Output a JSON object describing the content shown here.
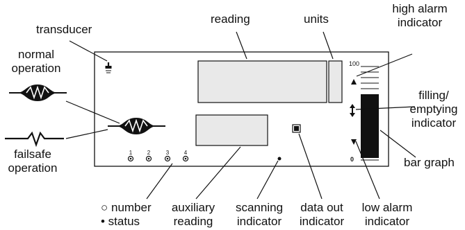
{
  "labels": {
    "transducer": "transducer",
    "reading": "reading",
    "units": "units",
    "high_alarm_line1": "high alarm",
    "high_alarm_line2": "indicator",
    "normal_line1": "normal",
    "normal_line2": "operation",
    "filling_line1": "filling/",
    "filling_line2": "emptying",
    "filling_line3": "indicator",
    "failsafe_line1": "failsafe",
    "failsafe_line2": "operation",
    "bar_graph": "bar graph",
    "number_line1": "○ number",
    "number_line2": "• status",
    "auxiliary_line1": "auxiliary",
    "auxiliary_line2": "reading",
    "scanning_line1": "scanning",
    "scanning_line2": "indicator",
    "data_out_line1": "data out",
    "data_out_line2": "indicator",
    "low_alarm_line1": "low alarm",
    "low_alarm_line2": "indicator"
  },
  "scale": {
    "top": "100",
    "bottom": "0"
  },
  "points": [
    "1",
    "2",
    "3",
    "4"
  ],
  "colors": {
    "ink": "#111111",
    "display_fill": "#e9e9e9",
    "background": "#ffffff"
  }
}
